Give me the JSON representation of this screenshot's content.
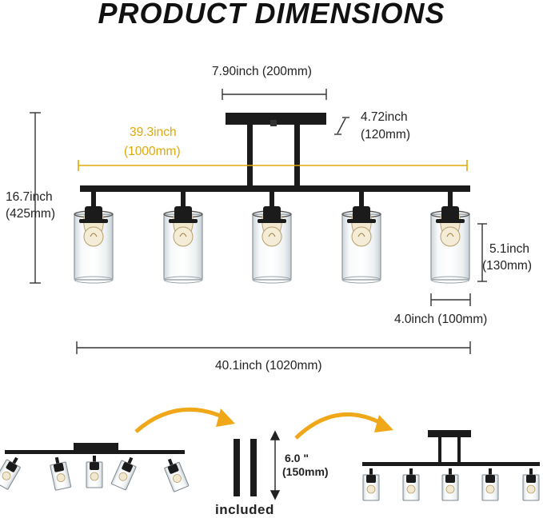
{
  "title": "PRODUCT DIMENSIONS",
  "dimensions": {
    "canopy_width": "7.90inch (200mm)",
    "canopy_depth_in": "4.72inch",
    "canopy_depth_mm": "(120mm)",
    "bar_length_in": "39.3inch",
    "bar_length_mm": "(1000mm)",
    "total_height_in": "16.7inch",
    "total_height_mm": "(425mm)",
    "shade_height_in": "5.1inch",
    "shade_height_mm": "(130mm)",
    "shade_width": "4.0inch (100mm)",
    "total_length": "40.1inch (1020mm)"
  },
  "extension": {
    "rod_length": "6.0 \"",
    "rod_length_mm": "(150mm)",
    "included_label": "included"
  },
  "colors": {
    "accent": "#e0a80a",
    "fixture": "#1b1b1b",
    "dimension_line": "#333333"
  }
}
